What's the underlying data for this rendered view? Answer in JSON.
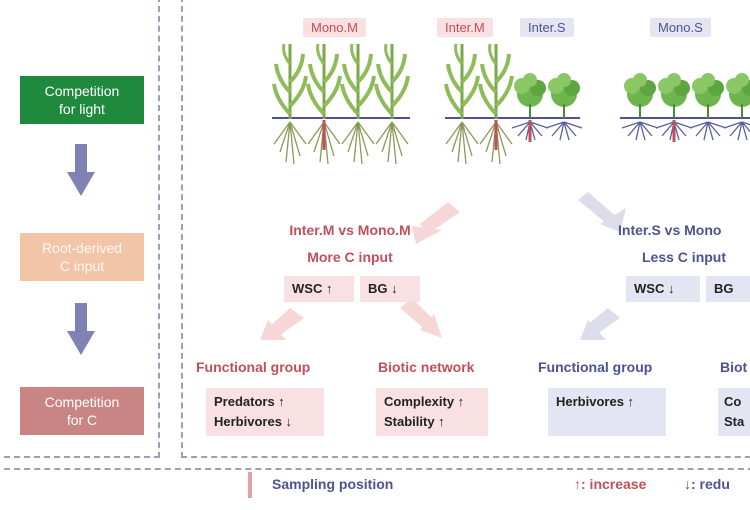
{
  "left_flow": {
    "step1": "Competition\nfor light",
    "step2": "Root-derived\nC input",
    "step3": "Competition\nfor C"
  },
  "plant_labels": {
    "mono_m": "Mono.M",
    "inter_m": "Inter.M",
    "inter_s": "Inter.S",
    "mono_s": "Mono.S"
  },
  "comparison_m": {
    "title": "Inter.M vs Mono.M",
    "sub": "More C input",
    "wsc": "WSC ↑",
    "bg": "BG ↓"
  },
  "comparison_s": {
    "title": "Inter.S vs Mono",
    "sub": "Less C input",
    "wsc": "WSC ↓",
    "bg": "BG"
  },
  "panels": {
    "func_m_title": "Functional group",
    "func_m_items": [
      "Predators ↑",
      "Herbivores ↓"
    ],
    "net_m_title": "Biotic network",
    "net_m_items": [
      "Complexity ↑",
      "Stability ↑"
    ],
    "func_s_title": "Functional group",
    "func_s_items": [
      "Herbivores ↑"
    ],
    "net_s_title": "Biot",
    "net_s_items": [
      "Co",
      "Sta"
    ]
  },
  "legend": {
    "sampling": "Sampling position",
    "increase": "↑: increase",
    "reduce": "↓: redu"
  },
  "colors": {
    "green_box": "#1f8a3e",
    "peach_box": "#f2c5a8",
    "rose_box": "#c98583",
    "red_text": "#c0505a",
    "blue_text": "#4e5290",
    "arrow_blue": "#7f82b5"
  }
}
